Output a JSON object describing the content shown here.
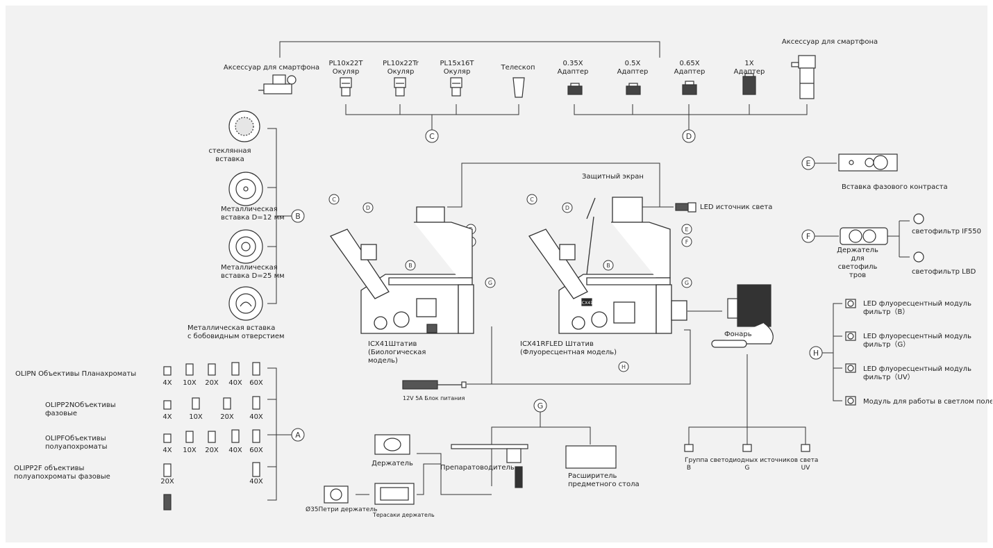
{
  "top": {
    "smartphone_accessory_left": "Аксессуар для смартфона",
    "eyepiece_1": "PL10x22T\nОкуляр",
    "eyepiece_2": "PL10x22Tr\nОкуляр",
    "eyepiece_3": "PL15x16T\nОкуляр",
    "telescope": "Телескоп",
    "adapter_1": "0.35X\nАдаптер",
    "adapter_2": "0.5X\nАдаптер",
    "adapter_3": "0.65X\nАдаптер",
    "adapter_4": "1X\nАдаптер",
    "smartphone_accessory_right": "Аксессуар для смартфона"
  },
  "callouts": {
    "A": "A",
    "B": "B",
    "C": "C",
    "D": "D",
    "E": "E",
    "F": "F",
    "G": "G",
    "H": "H"
  },
  "inserts": {
    "glass": "стеклянная\nвставка",
    "metal12": "Металлическая\nвставка D=12 мм",
    "metal25": "Металлическая\nвставка D=25 мм",
    "bean": "Металлическая вставка\nс бобовидным отверстием"
  },
  "stands": {
    "shield": "Защитный экран",
    "led_source": "LED источник света",
    "bio": "ICX41Штатив\n(Биологическая\nмодель)",
    "fluo": "ICX41RFLED Штатив\n(Флуоресцентная модель)",
    "power": "12V 5A Блок питания",
    "lamp": "Фонарь",
    "badge": "ICX41"
  },
  "objectives": {
    "row1_name": "OLIPN Объективы Планахроматы",
    "row2_name": "OLIPP2NOбъективы фазовые",
    "row3_name": "OLIPFOбъективы полуапохроматы",
    "row4_name": "OLIPP2F объективы\nполуапохроматы фазовые",
    "row1_mags": [
      "4X",
      "10X",
      "20X",
      "40X",
      "60X"
    ],
    "row2_mags": [
      "4X",
      "10X",
      "20X",
      "40X"
    ],
    "row3_mags": [
      "4X",
      "10X",
      "20X",
      "40X",
      "60X"
    ],
    "row4_mags": [
      "20X",
      "40X"
    ]
  },
  "stage": {
    "holder": "Держатель",
    "slide_mover": "Препаратоводитель",
    "extender": "Расширитель\nпредметного стола",
    "petri": "Ø35Петри держатель",
    "terasaki": "Терасаки держатель"
  },
  "right": {
    "phase_insert": "Вставка фазового контраста",
    "filter_holder": "Держатель\nдля\nсветофиль\nтров",
    "filter_if550": "светофильтр IF550",
    "filter_lbd": "светофильтр LBD",
    "fl_b": "LED флуоресцентный модуль\nфильтр（B）",
    "fl_g": "LED флуоресцентный модуль\nфильтр（G）",
    "fl_uv": "LED флуоресцентный модуль\nфильтр（UV）",
    "brightfield": "Модуль для работы в светлом поле",
    "led_group": "Группа светодиодных источников света",
    "led_b": "B",
    "led_g": "G",
    "led_uv": "UV"
  }
}
